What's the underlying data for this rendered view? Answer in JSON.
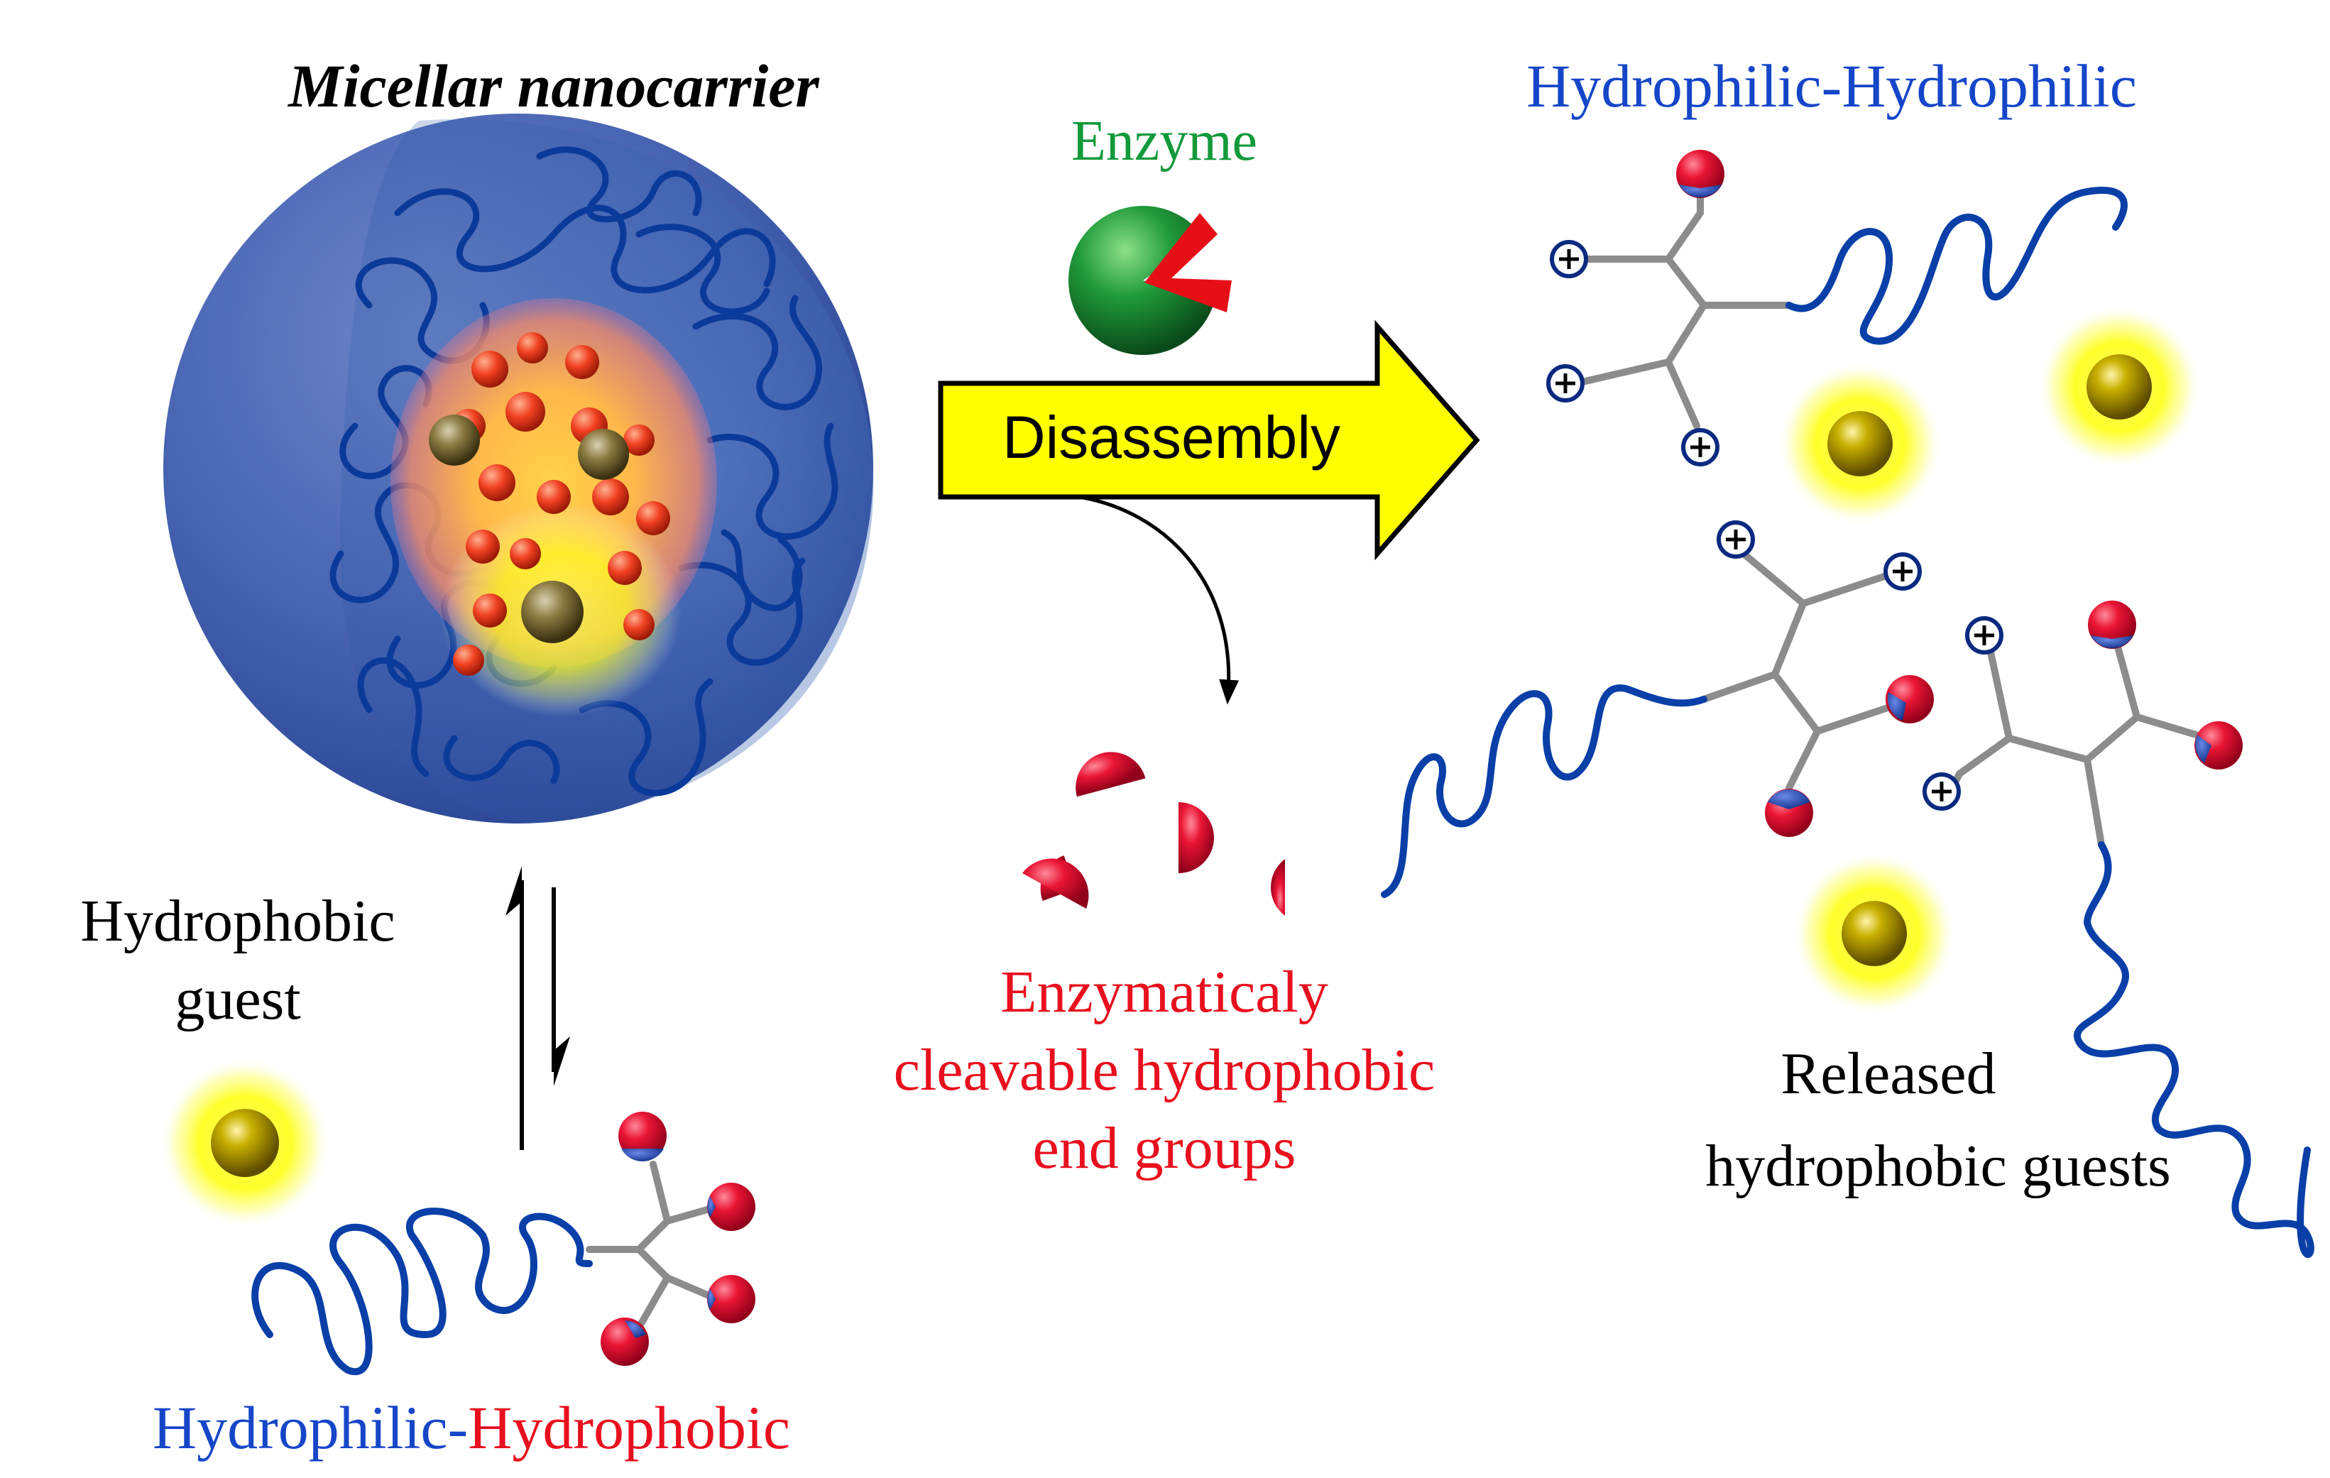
{
  "labels": {
    "micellar_title": "Micellar nanocarrier",
    "enzyme": "Enzyme",
    "disassembly": "Disassembly",
    "hydrophilic_hydrophilic": "Hydrophilic-Hydrophilic",
    "hydrophobic_guest_line1": "Hydrophobic",
    "hydrophobic_guest_line2": "guest",
    "hydrophilic_part": "Hydrophilic-",
    "hydrophobic_part": "Hydrophobic",
    "cleavable_line1": "Enzymaticaly",
    "cleavable_line2": "cleavable hydrophobic",
    "cleavable_line3": "end groups",
    "released_line1": "Released",
    "released_line2": "hydrophobic guests"
  },
  "colors": {
    "blue_chain": "#0a3fa8",
    "blue_text": "#1646c8",
    "red_text": "#e8101e",
    "green_text": "#129a3a",
    "arrow_fill": "#ffff00",
    "micelle_shell": "#3f5fae",
    "guest_glow": "#ffff3a",
    "guest_core": "#b8a000",
    "end_group_red": "#e01030",
    "linker_gray": "#8c8c8c"
  },
  "icons": {
    "positive_charge": "circled-plus-icon",
    "enzyme": "pacman-enzyme-icon",
    "guest": "glowing-sphere-icon",
    "end_group": "red-hemisphere-icon"
  }
}
